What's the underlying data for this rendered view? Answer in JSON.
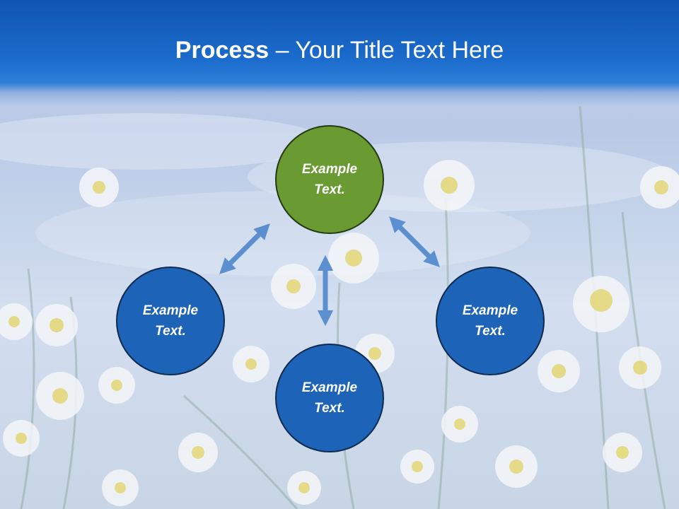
{
  "slide": {
    "title_bold": "Process",
    "title_rest": " – Your Title Text Here"
  },
  "nodes": {
    "top": "Example Text.",
    "left": "Example Text.",
    "right": "Example Text.",
    "bottom": "Example Text."
  },
  "colors": {
    "header": "#1a6bcc",
    "node_green": "#6a9a32",
    "node_blue": "#1d63b8",
    "arrow": "#5b8fd0"
  },
  "background": "daisy-field-under-blue-sky"
}
